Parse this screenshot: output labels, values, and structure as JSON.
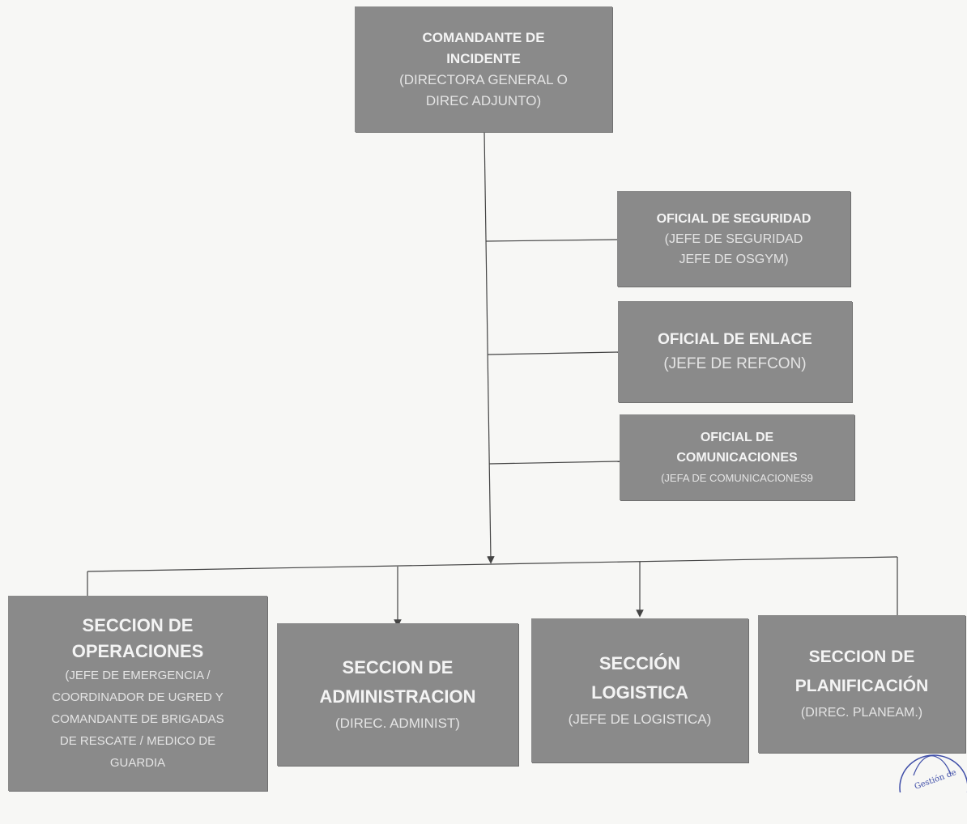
{
  "commander": {
    "title_line1": "COMANDANTE DE",
    "title_line2": "INCIDENTE",
    "sub_line1": "(DIRECTORA GENERAL O",
    "sub_line2": "DIREC ADJUNTO)"
  },
  "staff": [
    {
      "title": "OFICIAL DE SEGURIDAD",
      "sub_line1": "(JEFE DE SEGURIDAD",
      "sub_line2": "JEFE DE OSGYM)"
    },
    {
      "title": "OFICIAL DE ENLACE",
      "sub_line1": "(JEFE DE REFCON)"
    },
    {
      "title_line1": "OFICIAL DE",
      "title_line2": "COMUNICACIONES",
      "sub_line1": "(JEFA DE COMUNICACIONES9"
    }
  ],
  "sections": [
    {
      "title_line1": "SECCION DE",
      "title_line2": "OPERACIONES",
      "sub_lines": [
        "(JEFE DE EMERGENCIA /",
        "COORDINADOR DE UGRED Y",
        "COMANDANTE DE BRIGADAS",
        "DE RESCATE / MEDICO DE",
        "GUARDIA"
      ]
    },
    {
      "title_line1": "SECCION DE",
      "title_line2": "ADMINISTRACION",
      "sub_line1": "(DIREC. ADMINIST)"
    },
    {
      "title_line1": "SECCIÓN",
      "title_line2": "LOGISTICA",
      "sub_line1": "(JEFE DE LOGISTICA)"
    },
    {
      "title_line1": "SECCION DE",
      "title_line2": "PLANIFICACIÓN",
      "sub_line1": "(DIREC. PLANEAM.)"
    }
  ],
  "stamp_text": "Gestión de"
}
